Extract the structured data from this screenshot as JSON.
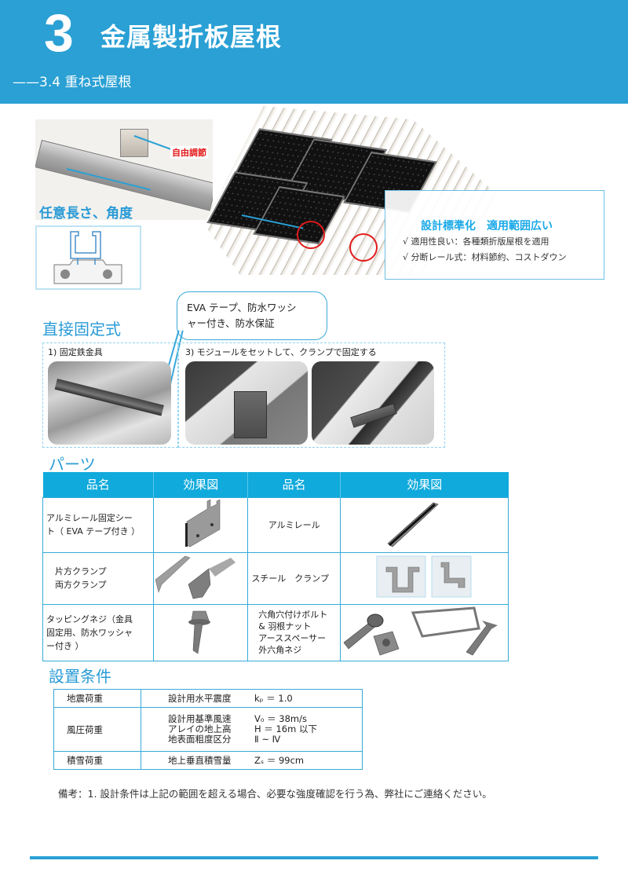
{
  "header": {
    "chapter_number": "3",
    "chapter_title": "金属製折板屋根",
    "subtitle": "——3.4 重ね式屋根",
    "color": "#2aa0d4"
  },
  "hero": {
    "free_adjust_label": "自由調節",
    "any_length_label": "任意長さ、角度",
    "feature_box": {
      "heading": "設計標準化　適用範囲広い",
      "lines": [
        "√ 適用性良い：各種類折版屋根を適用",
        "√ 分断レール式：材料節約、コストダウン"
      ]
    }
  },
  "direct_fix": {
    "title": "直接固定式",
    "callout": [
      "EVA テープ、防水ワッシ",
      "ャー付き、防水保証"
    ],
    "step1_label": "1) 固定鉄金具",
    "step3_label": "3) モジュールをセットして、クランプで固定する"
  },
  "parts": {
    "title": "パーツ",
    "headers": [
      "品名",
      "効果図",
      "品名",
      "効果図"
    ],
    "rows": [
      {
        "left_name": [
          "アルミレール固定シー",
          "ト（ EVA テープ付き ）"
        ],
        "left_image": "rail-fixing-sheet",
        "right_name": [
          "アルミレール"
        ],
        "right_image": "aluminum-rail"
      },
      {
        "left_name": [
          "　片方クランプ",
          "　両方クランプ"
        ],
        "left_image": "end-and-mid-clamps",
        "right_name": [
          "スチール　クランプ"
        ],
        "right_image": "steel-clamps"
      },
      {
        "left_name": [
          "タッピングネジ（金具",
          "固定用、防水ワッシャ",
          "ー付き ）"
        ],
        "left_image": "tapping-screw",
        "right_name": [
          "　六角穴付けボルト",
          "　& 羽根ナット",
          "　アーススペーサー",
          "　外六角ネジ"
        ],
        "right_image": "bolts-nuts-spacer"
      }
    ]
  },
  "conditions": {
    "title": "設置条件",
    "rows": [
      {
        "category": "地震荷重",
        "items": [
          {
            "label": "設計用水平震度",
            "value": "kₚ ＝ 1.0"
          }
        ]
      },
      {
        "category": "風圧荷重",
        "items": [
          {
            "label": "設計用基準風速",
            "value": "V₀ ＝ 38m/s"
          },
          {
            "label": "アレイの地上高",
            "value": "H ＝ 16m 以下"
          },
          {
            "label": "地表面粗度区分",
            "value": "Ⅱ ~ Ⅳ"
          }
        ]
      },
      {
        "category": "積雪荷重",
        "items": [
          {
            "label": "地上垂直積雪量",
            "value": "Zₛ ＝ 99cm"
          }
        ]
      }
    ]
  },
  "note": "備考：1. 設計条件は上記の範囲を超える場合、必要な強度確認を行う為、弊社にご連絡ください。"
}
